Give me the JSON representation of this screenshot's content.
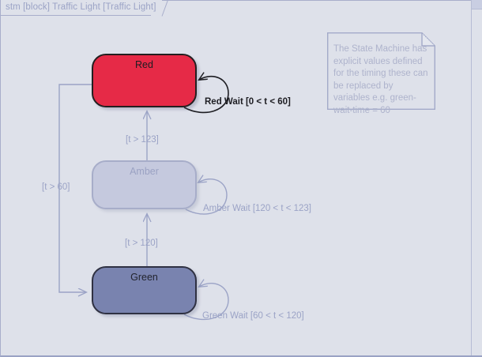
{
  "frame": {
    "title": "stm [block] Traffic Light [Traffic Light]"
  },
  "states": [
    {
      "id": "red",
      "label": "Red"
    },
    {
      "id": "amber",
      "label": "Amber"
    },
    {
      "id": "green",
      "label": "Green"
    }
  ],
  "transitions": [
    {
      "id": "red-wait",
      "label": "Red Wait [0 < t < 60]",
      "from": "Red",
      "to": "Red"
    },
    {
      "id": "amber-wait",
      "label": "Amber Wait [120 < t < 123]",
      "from": "Amber",
      "to": "Amber"
    },
    {
      "id": "green-wait",
      "label": "Green Wait [60 < t < 120]",
      "from": "Green",
      "to": "Green"
    },
    {
      "id": "amber-to-red",
      "label": "[t > 123]",
      "from": "Amber",
      "to": "Red"
    },
    {
      "id": "green-to-amber",
      "label": "[t  > 120]",
      "from": "Green",
      "to": "Amber"
    },
    {
      "id": "red-to-green",
      "label": "[t > 60]",
      "from": "Red",
      "to": "Green"
    }
  ],
  "note": {
    "text": "The State Machine has explicit values defined for the timing these can be replaced by variables e.g. green-wait-time = 60"
  },
  "colors": {
    "canvas": "#dee1ea",
    "red_state": "#e62a47",
    "amber_state": "#c5c9de",
    "green_state": "#7983af",
    "dim_text": "#9ba3c6",
    "dark_text": "#1d1d22"
  }
}
